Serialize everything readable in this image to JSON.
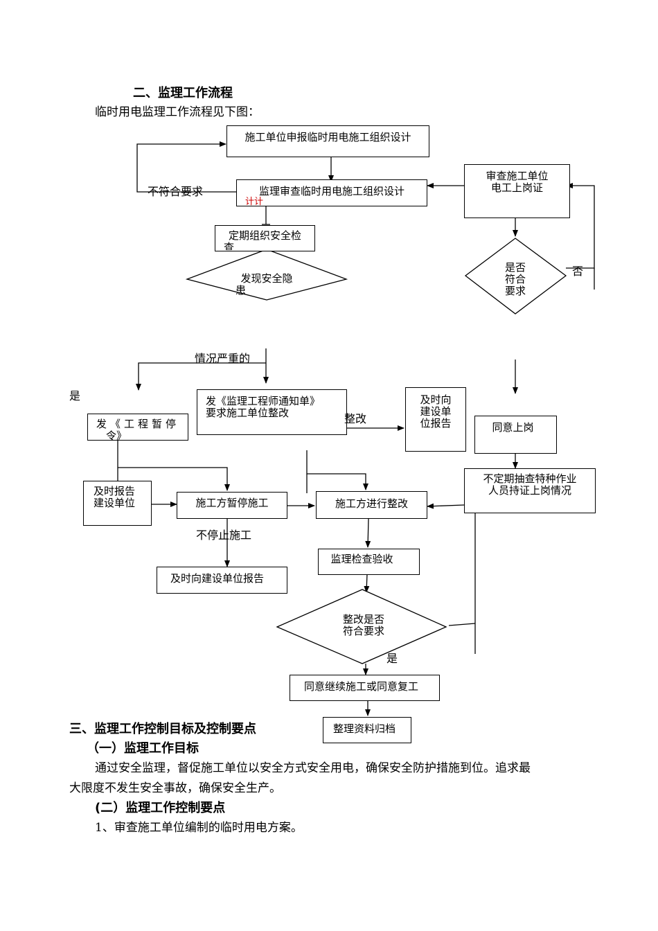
{
  "section2": {
    "heading": "二、监理工作流程",
    "intro": "临时用电监理工作流程见下图："
  },
  "flowchart": {
    "n1": "施工单位申报临时用电施工组织设计",
    "n2": "监理审查临时用电施工组织设计",
    "n2_overflow": "计计",
    "n3_line1": "定期组织安全检",
    "n3_line2": "查",
    "d1_line1": "发现安全隐",
    "d1_line2": "患",
    "label_not_meet": "不符合要求",
    "n4_line1": "审查施工单位",
    "n4_line2": "电工上岗证",
    "d2_line1": "是否",
    "d2_line2": "符合",
    "d2_line3": "要求",
    "label_no": "否",
    "label_serious": "情况严重的",
    "label_yes_left": "是",
    "n5_line1": "发《监理工程师通知单》",
    "n5_line2": "要求施工单位整改",
    "label_rectify": "整改",
    "n6_line1": "及时向",
    "n6_line2": "建设单",
    "n6_line3": "位报告",
    "n7": "同意上岗",
    "n8_line1": "发《工程暂停",
    "n8_line2": "令》",
    "n9_line1": "及时报告",
    "n9_line2": "建设单位",
    "n10": "施工方暂停施工",
    "n11": "施工方进行整改",
    "n12_line1": "不定期抽查特种作业",
    "n12_line2": "人员持证上岗情况",
    "label_not_stop": "不停止施工",
    "n13": "监理检查验收",
    "n14": "及时向建设单位报告",
    "d3_line1": "整改是否",
    "d3_line2": "符合要求",
    "label_yes_bottom": "是",
    "n15": "同意继续施工或同意复工",
    "n16": "整理资料归档"
  },
  "section3": {
    "heading": "三、监理工作控制目标及控制要点",
    "sub1": "（一）监理工作目标",
    "para1_line1": "通过安全监理，督促施工单位以安全方式安全用电，确保安全防护措施到位。追求最",
    "para1_line2": "大限度不发生安全事故，确保安全生产。",
    "sub2": "(二）监理工作控制要点",
    "item1": "1、审查施工单位编制的临时用电方案。"
  }
}
